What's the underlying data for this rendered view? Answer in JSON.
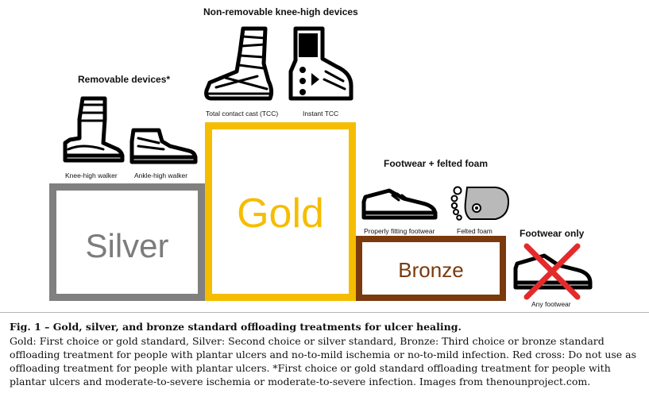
{
  "podium": {
    "silver_label": "Silver",
    "gold_label": "Gold",
    "bronze_label": "Bronze",
    "colors": {
      "silver": "#808080",
      "gold": "#f5bd00",
      "bronze": "#7a3a0e"
    }
  },
  "groups": {
    "removable": {
      "title": "Removable devices*",
      "items": [
        {
          "label": "Knee-high walker",
          "icon": "knee-high-walker-icon"
        },
        {
          "label": "Ankle-high walker",
          "icon": "ankle-high-walker-icon"
        }
      ]
    },
    "non_removable": {
      "title": "Non-removable knee-high devices",
      "items": [
        {
          "label": "Total contact cast (TCC)",
          "icon": "total-contact-cast-icon"
        },
        {
          "label": "Instant TCC",
          "icon": "instant-tcc-icon"
        }
      ]
    },
    "footwear_felted": {
      "title": "Footwear + felted foam",
      "items": [
        {
          "label": "Properly fitting footwear",
          "icon": "shoe-icon"
        },
        {
          "label": "Felted foam",
          "icon": "felted-foam-icon"
        }
      ]
    },
    "footwear_only": {
      "title": "Footwear only",
      "items": [
        {
          "label": "Any footwear",
          "icon": "crossed-shoe-icon"
        }
      ],
      "cross_color": "#e32b2b"
    }
  },
  "caption": {
    "title": "Fig. 1 – Gold, silver, and bronze standard offloading treatments for ulcer healing.",
    "body": "Gold: First choice or gold standard, Silver: Second choice or silver standard, Bronze: Third choice or bronze standard offloading treatment for people with plantar ulcers and no-to-mild ischemia or no-to-mild infection. Red cross: Do not use as offloading treatment for people with plantar ulcers. *First choice or gold standard offloading treatment for people with plantar ulcers and moderate-to-severe ischemia or moderate-to-severe infection. Images from thenounproject.com."
  }
}
